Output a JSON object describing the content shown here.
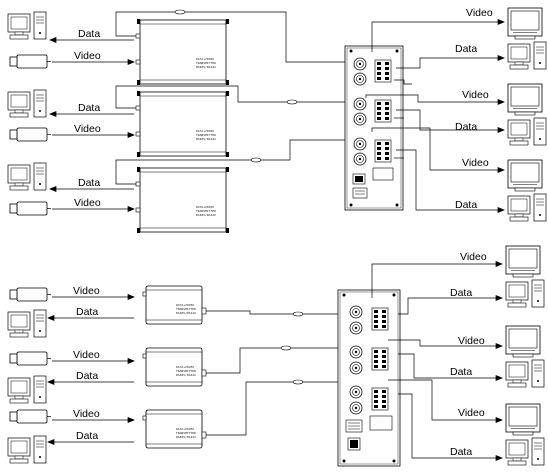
{
  "labels": {
    "video": "Video",
    "data": "Data"
  },
  "unit_text": {
    "line1": "DATA+VIDEO",
    "line2": "TRANSMITTER",
    "line3": "RS485/RS422"
  },
  "colors": {
    "line": "#000000",
    "background": "#ffffff"
  },
  "icons": [
    "pc-icon",
    "camera-icon",
    "monitor-icon",
    "transmitter-icon",
    "rack-receiver-icon"
  ]
}
